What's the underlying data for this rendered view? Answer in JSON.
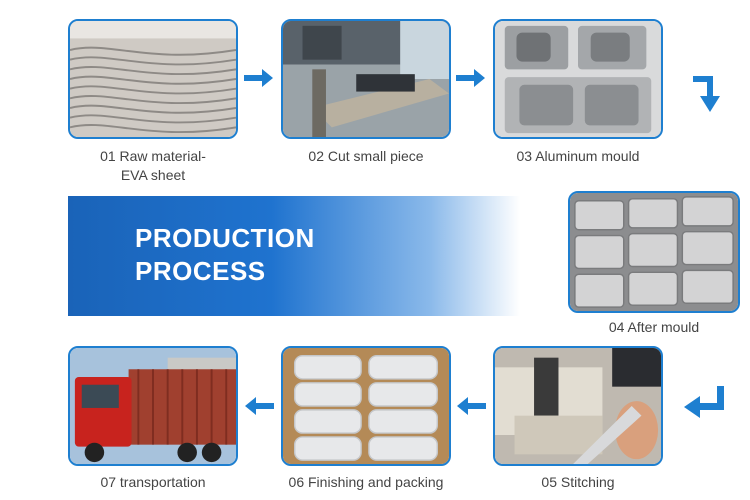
{
  "banner": {
    "line1": "PRODUCTION",
    "line2": "PROCESS"
  },
  "steps": [
    {
      "line1": "01 Raw material-",
      "line2": "EVA sheet"
    },
    {
      "line1": "02 Cut small piece"
    },
    {
      "line1": "03 Aluminum mould"
    },
    {
      "line1": "04 After mould"
    },
    {
      "line1": "05 Stitching"
    },
    {
      "line1": "06 Finishing and packing"
    },
    {
      "line1": "07 transportation"
    }
  ],
  "colors": {
    "accent": "#1e7fd0",
    "banner": "#1a63b8"
  }
}
